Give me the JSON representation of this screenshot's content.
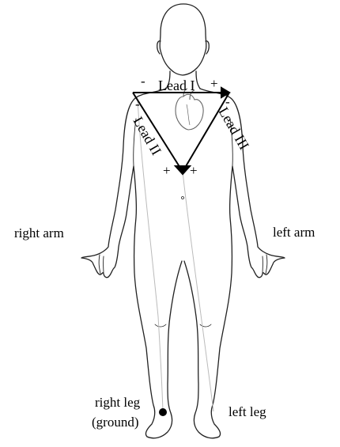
{
  "leads": {
    "lead1": "Lead I",
    "lead2": "Lead II",
    "lead3": "Lead III"
  },
  "signs": {
    "lead1_minus": "-",
    "lead1_plus": "+",
    "lead2_minus": "-",
    "lead2_plus": "+",
    "lead3_minus": "-",
    "lead3_plus": "+"
  },
  "labels": {
    "right_arm": "right arm",
    "left_arm": "left arm",
    "right_leg": "right leg",
    "right_leg_note": "(ground)",
    "left_leg": "left leg"
  },
  "icons": {
    "heart": "heart-icon",
    "ground_electrode": "ground-electrode-icon"
  }
}
